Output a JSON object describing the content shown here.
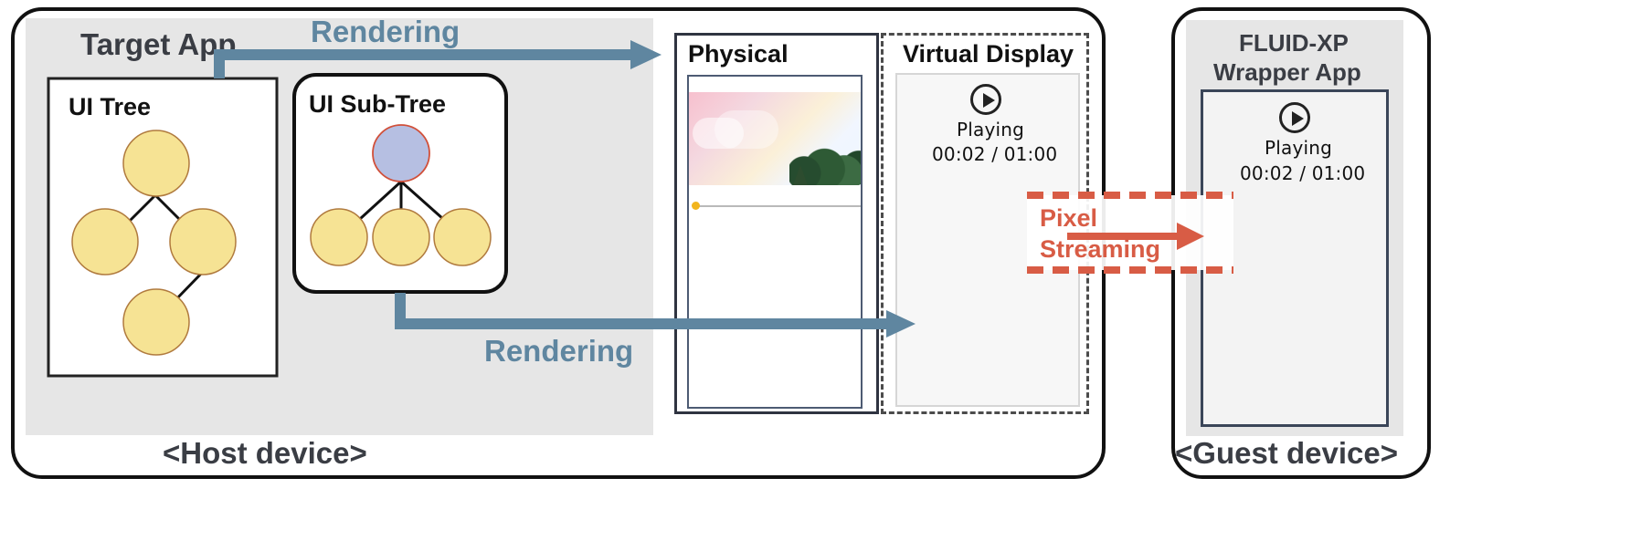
{
  "host": {
    "target_app": "Target App",
    "ui_tree": "UI Tree",
    "ui_sub_tree": "UI Sub-Tree",
    "rendering_top": "Rendering",
    "rendering_bottom": "Rendering",
    "physical": "Physical",
    "virtual_display": "Virtual Display",
    "virtual_status": "Playing",
    "virtual_time": "00:02 / 01:00",
    "pixel_streaming_line1": "Pixel",
    "pixel_streaming_line2": "Streaming",
    "footer": "<Host device>"
  },
  "guest": {
    "title_line1": "FLUID-XP",
    "title_line2": "Wrapper App",
    "status": "Playing",
    "time": "00:02 / 01:00",
    "footer": "<Guest device>"
  },
  "colors": {
    "host_bg": "#e6e6e6",
    "node_yellow": "#f6e394",
    "node_border": "#b07a3e",
    "node_highlight": "#b6bfe2",
    "node_highlight_border": "#d1503a",
    "arrow_blue": "#5f86a0",
    "stream_red": "#d85c45",
    "panel_border": "#3a4558",
    "dash_gray": "#4c4c4c"
  },
  "icons": {
    "play": "play-circle-icon"
  }
}
